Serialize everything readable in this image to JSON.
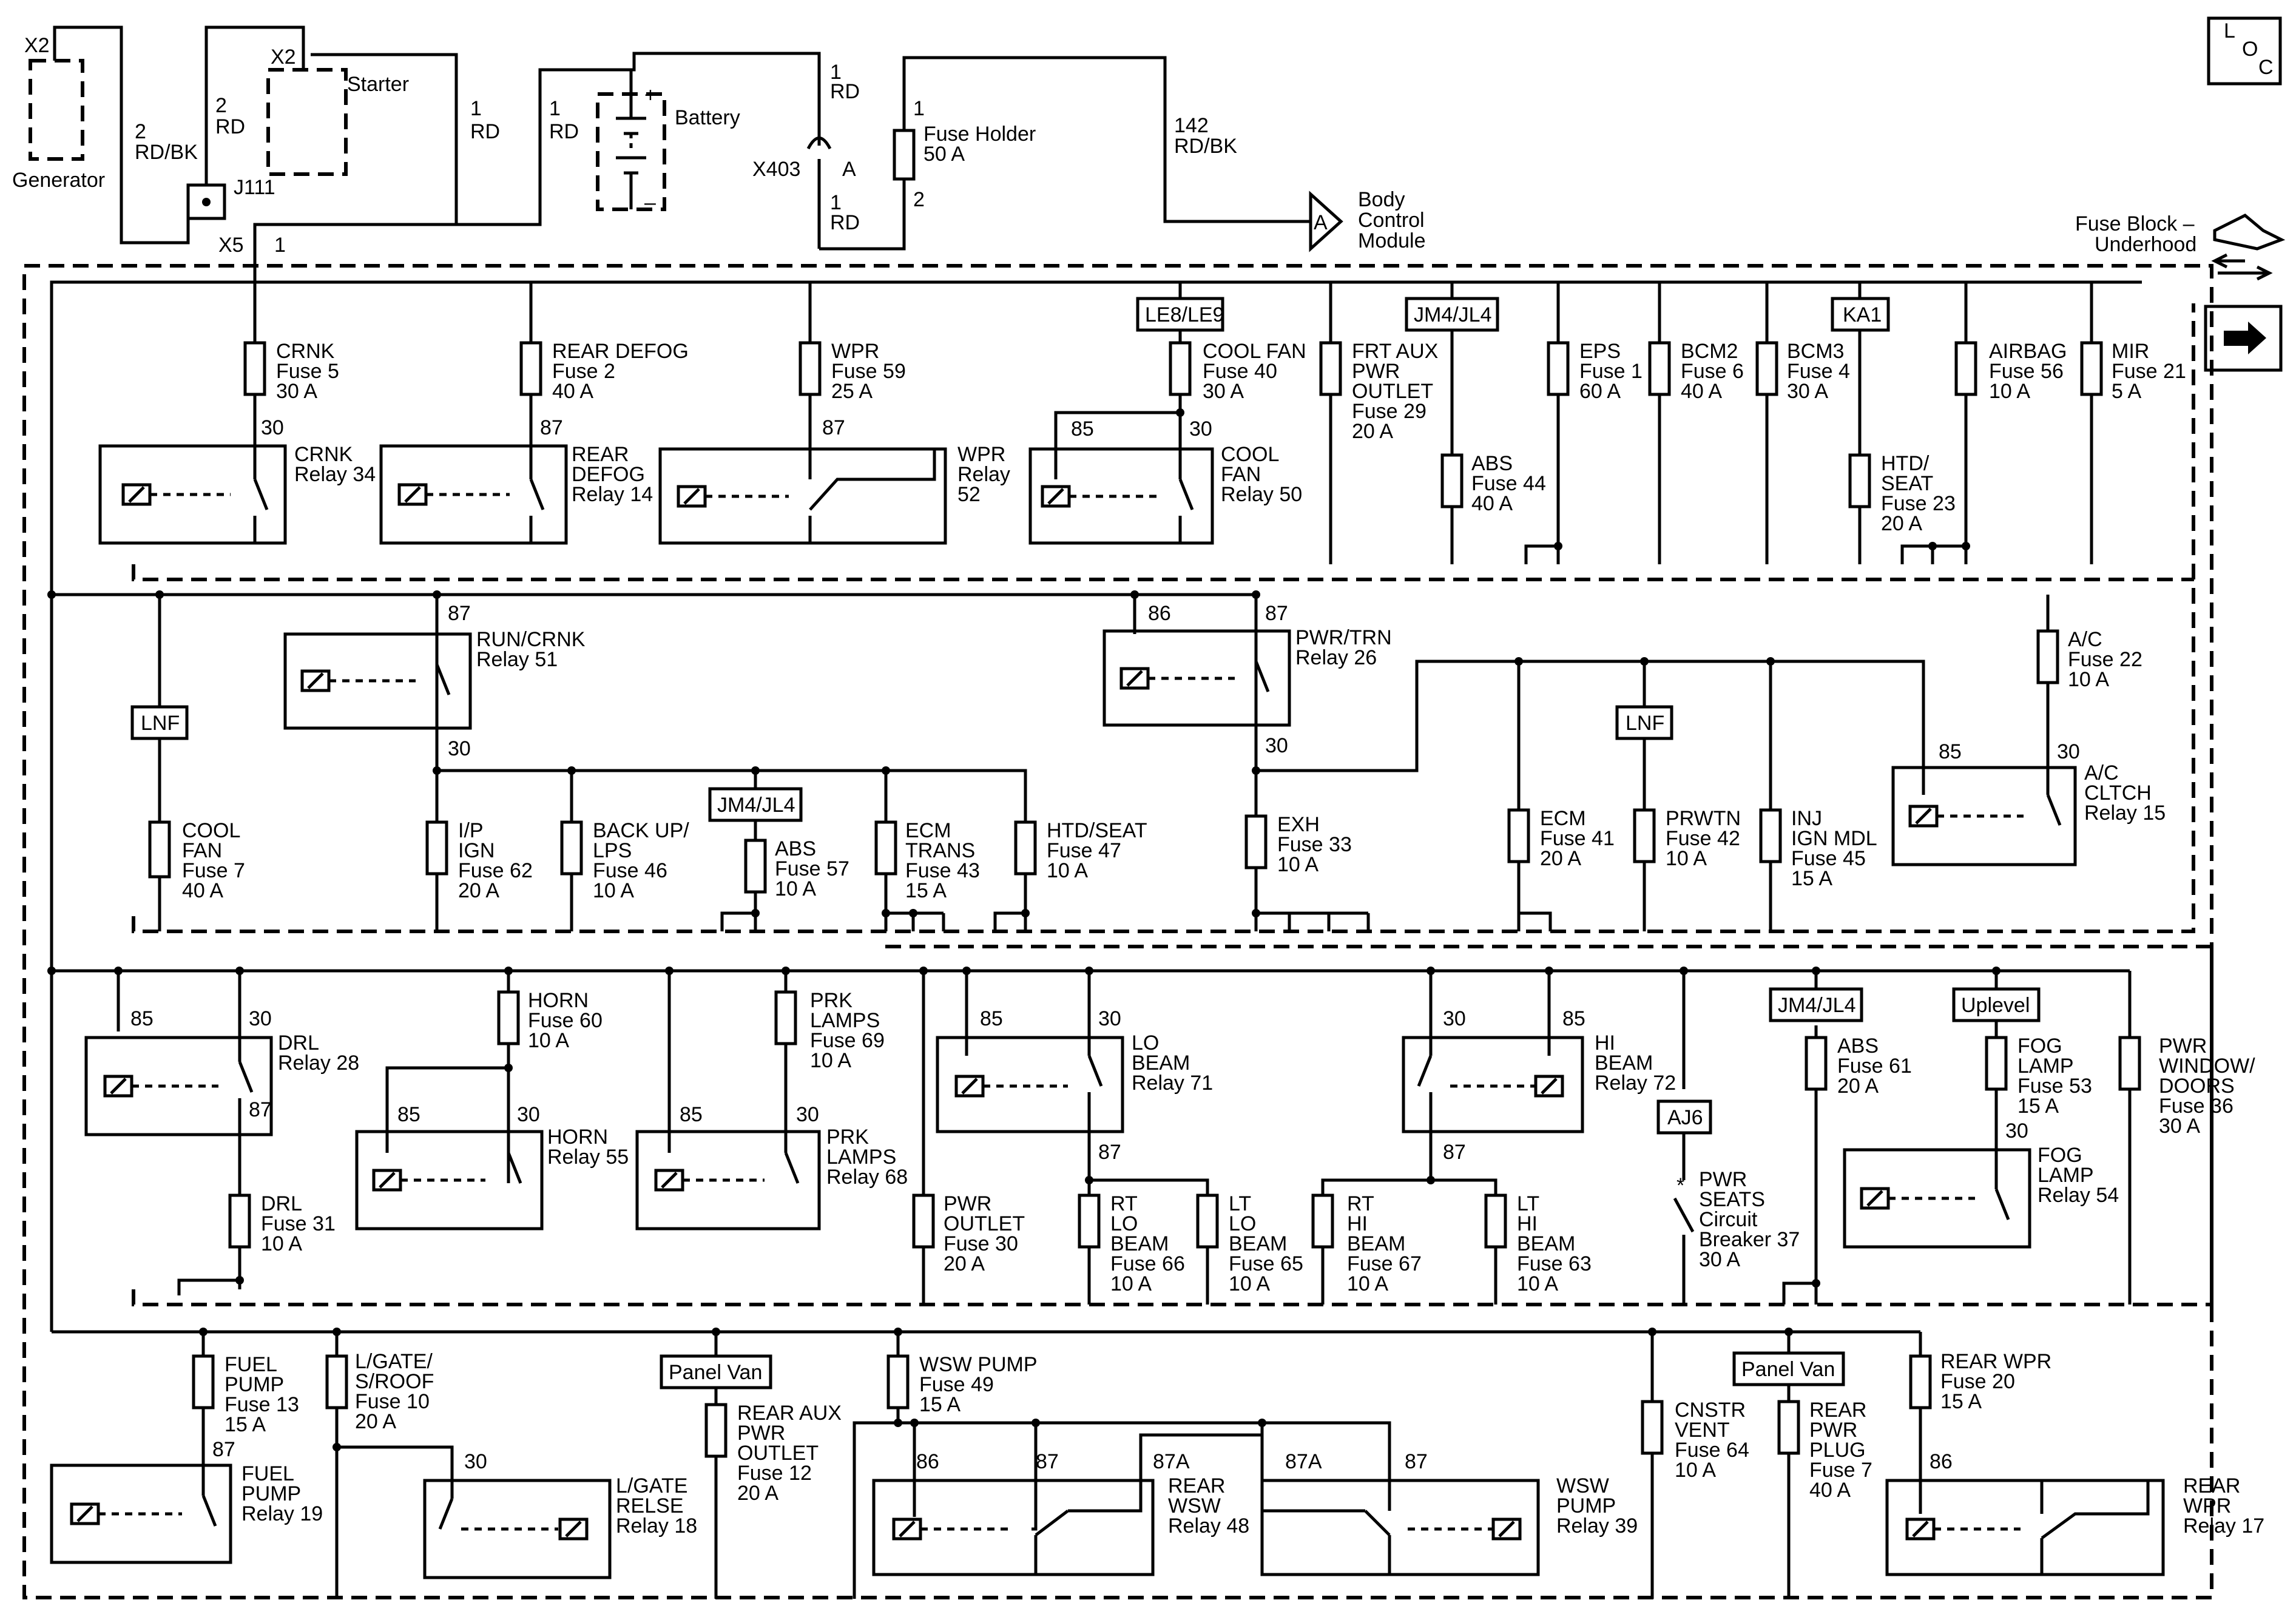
{
  "corner": {
    "loc_letters": [
      "L",
      "O",
      "C"
    ],
    "fuse_block_label": [
      "Fuse Block –",
      "Underhood"
    ]
  },
  "top": {
    "generator": {
      "conn": "X2",
      "label": "Generator"
    },
    "starter": {
      "conn": "X2",
      "label": "Starter"
    },
    "battery": {
      "label": "Battery",
      "plus": "+",
      "minus": "–"
    },
    "wires": {
      "gen": [
        "2",
        "RD/BK"
      ],
      "starter": [
        "2",
        "RD"
      ],
      "starter_to_x5": [
        "1",
        "RD"
      ],
      "battery": [
        "1",
        "RD"
      ],
      "x403_top": [
        "1",
        "RD"
      ],
      "x403_bottom": [
        "1",
        "RD"
      ],
      "bcm": [
        "142",
        "RD/BK"
      ]
    },
    "j111": "J111",
    "x5": {
      "label": "X5",
      "pin": "1"
    },
    "x403": {
      "label": "X403",
      "pin": "A"
    },
    "fuse_holder": {
      "lines": [
        "Fuse Holder",
        "50 A"
      ],
      "pin_top": "1",
      "pin_bottom": "2"
    },
    "bcm": {
      "letter": "A",
      "lines": [
        "Body",
        "Control",
        "Module"
      ]
    }
  },
  "options": {
    "le8": "LE8/LE9",
    "jm4": "JM4/JL4",
    "ka1": "KA1",
    "lnf": "LNF",
    "panel_van": "Panel Van",
    "aj6": "AJ6",
    "uplevel": "Uplevel"
  },
  "fuses": {
    "f5": [
      "CRNK",
      "Fuse 5",
      "30 A"
    ],
    "f2": [
      "REAR DEFOG",
      "Fuse 2",
      "40 A"
    ],
    "f59": [
      "WPR",
      "Fuse 59",
      "25 A"
    ],
    "f40": [
      "COOL FAN",
      "Fuse 40",
      "30 A"
    ],
    "f29": [
      "FRT AUX",
      "PWR",
      "OUTLET",
      "Fuse 29",
      "20 A"
    ],
    "f44": [
      "ABS",
      "Fuse 44",
      "40 A"
    ],
    "f1": [
      "EPS",
      "Fuse 1",
      "60 A"
    ],
    "f6": [
      "BCM2",
      "Fuse 6",
      "40 A"
    ],
    "f4": [
      "BCM3",
      "Fuse 4",
      "30 A"
    ],
    "f23": [
      "HTD/",
      "SEAT",
      "Fuse 23",
      "20 A"
    ],
    "f56": [
      "AIRBAG",
      "Fuse 56",
      "10 A"
    ],
    "f21": [
      "MIR",
      "Fuse 21",
      "5 A"
    ],
    "f7a": [
      "COOL",
      "FAN",
      "Fuse 7",
      "40 A"
    ],
    "f62": [
      "I/P",
      "IGN",
      "Fuse 62",
      "20 A"
    ],
    "f46": [
      "BACK UP/",
      "LPS",
      "Fuse 46",
      "10 A"
    ],
    "f57": [
      "ABS",
      "Fuse 57",
      "10 A"
    ],
    "f43": [
      "ECM",
      "TRANS",
      "Fuse 43",
      "15 A"
    ],
    "f47": [
      "HTD/SEAT",
      "Fuse 47",
      "10 A"
    ],
    "f33": [
      "EXH",
      "Fuse 33",
      "10 A"
    ],
    "f41": [
      "ECM",
      "Fuse 41",
      "20 A"
    ],
    "f42": [
      "PRWTN",
      "Fuse 42",
      "10 A"
    ],
    "f45": [
      "INJ",
      "IGN MDL",
      "Fuse 45",
      "15 A"
    ],
    "f22": [
      "A/C",
      "Fuse 22",
      "10 A"
    ],
    "f60": [
      "HORN",
      "Fuse 60",
      "10 A"
    ],
    "f69": [
      "PRK",
      "LAMPS",
      "Fuse 69",
      "10 A"
    ],
    "f31": [
      "DRL",
      "Fuse 31",
      "10 A"
    ],
    "f30": [
      "PWR",
      "OUTLET",
      "Fuse 30",
      "20 A"
    ],
    "f66": [
      "RT",
      "LO",
      "BEAM",
      "Fuse 66",
      "10 A"
    ],
    "f65": [
      "LT",
      "LO",
      "BEAM",
      "Fuse 65",
      "10 A"
    ],
    "f67": [
      "RT",
      "HI",
      "BEAM",
      "Fuse 67",
      "10 A"
    ],
    "f63": [
      "LT",
      "HI",
      "BEAM",
      "Fuse 63",
      "10 A"
    ],
    "f61": [
      "ABS",
      "Fuse 61",
      "20 A"
    ],
    "f53": [
      "FOG",
      "LAMP",
      "Fuse 53",
      "15 A"
    ],
    "f36": [
      "PWR",
      "WINDOW/",
      "DOORS",
      "Fuse 36",
      "30 A"
    ],
    "f13": [
      "FUEL",
      "PUMP",
      "Fuse 13",
      "15 A"
    ],
    "f10": [
      "L/GATE/",
      "S/ROOF",
      "Fuse 10",
      "20 A"
    ],
    "f12": [
      "REAR AUX",
      "PWR",
      "OUTLET",
      "Fuse 12",
      "20 A"
    ],
    "f49": [
      "WSW PUMP",
      "Fuse 49",
      "15 A"
    ],
    "f64": [
      "CNSTR",
      "VENT",
      "Fuse 64",
      "10 A"
    ],
    "f7b": [
      "REAR",
      "PWR",
      "PLUG",
      "Fuse 7",
      "40 A"
    ],
    "f20": [
      "REAR WPR",
      "Fuse 20",
      "15 A"
    ]
  },
  "breaker": [
    "PWR",
    "SEATS",
    "Circuit",
    "Breaker 37",
    "30 A"
  ],
  "relays": {
    "r34": [
      "CRNK",
      "Relay 34"
    ],
    "r14": [
      "REAR",
      "DEFOG",
      "Relay 14"
    ],
    "r52": [
      "WPR",
      "Relay",
      "52"
    ],
    "r50": [
      "COOL",
      "FAN",
      "Relay 50"
    ],
    "r51": [
      "RUN/CRNK",
      "Relay 51"
    ],
    "r26": [
      "PWR/TRN",
      "Relay 26"
    ],
    "r15": [
      "A/C",
      "CLTCH",
      "Relay 15"
    ],
    "r28": [
      "DRL",
      "Relay 28"
    ],
    "r55": [
      "HORN",
      "Relay 55"
    ],
    "r68": [
      "PRK",
      "LAMPS",
      "Relay 68"
    ],
    "r71": [
      "LO",
      "BEAM",
      "Relay 71"
    ],
    "r72": [
      "HI",
      "BEAM",
      "Relay 72"
    ],
    "r54": [
      "FOG",
      "LAMP",
      "Relay 54"
    ],
    "r19": [
      "FUEL",
      "PUMP",
      "Relay 19"
    ],
    "r18": [
      "L/GATE",
      "RELSE",
      "Relay 18"
    ],
    "r48": [
      "REAR",
      "WSW",
      "Relay 48"
    ],
    "r39": [
      "WSW",
      "PUMP",
      "Relay 39"
    ],
    "r17": [
      "REAR",
      "WPR",
      "Relay 17"
    ]
  },
  "pins": {
    "p30": "30",
    "p85": "85",
    "p86": "86",
    "p87": "87",
    "p87a": "87A"
  }
}
